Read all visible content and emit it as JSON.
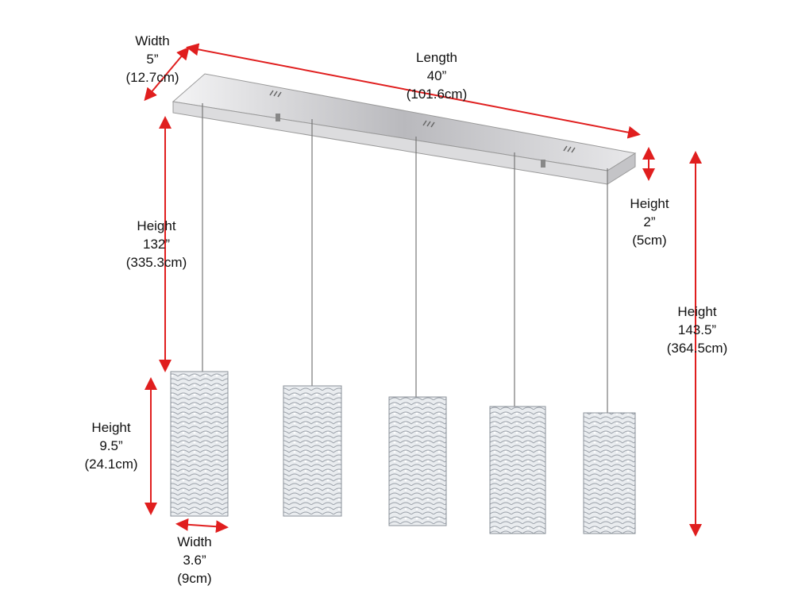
{
  "colors": {
    "arrow": "#e01e1e",
    "chrome": "#c9c9cc",
    "crystal": "#dfe3e8"
  },
  "dimensions": {
    "canopy_width": {
      "title": "Width",
      "imperial": "5”",
      "metric": "(12.7cm)"
    },
    "canopy_length": {
      "title": "Length",
      "imperial": "40”",
      "metric": "(101.6cm)"
    },
    "canopy_height": {
      "title": "Height",
      "imperial": "2”",
      "metric": "(5cm)"
    },
    "cord_height": {
      "title": "Height",
      "imperial": "132”",
      "metric": "(335.3cm)"
    },
    "overall_height": {
      "title": "Height",
      "imperial": "143.5”",
      "metric": "(364.5cm)"
    },
    "pendant_height": {
      "title": "Height",
      "imperial": "9.5”",
      "metric": "(24.1cm)"
    },
    "pendant_width": {
      "title": "Width",
      "imperial": "3.6”",
      "metric": "(9cm)"
    }
  }
}
